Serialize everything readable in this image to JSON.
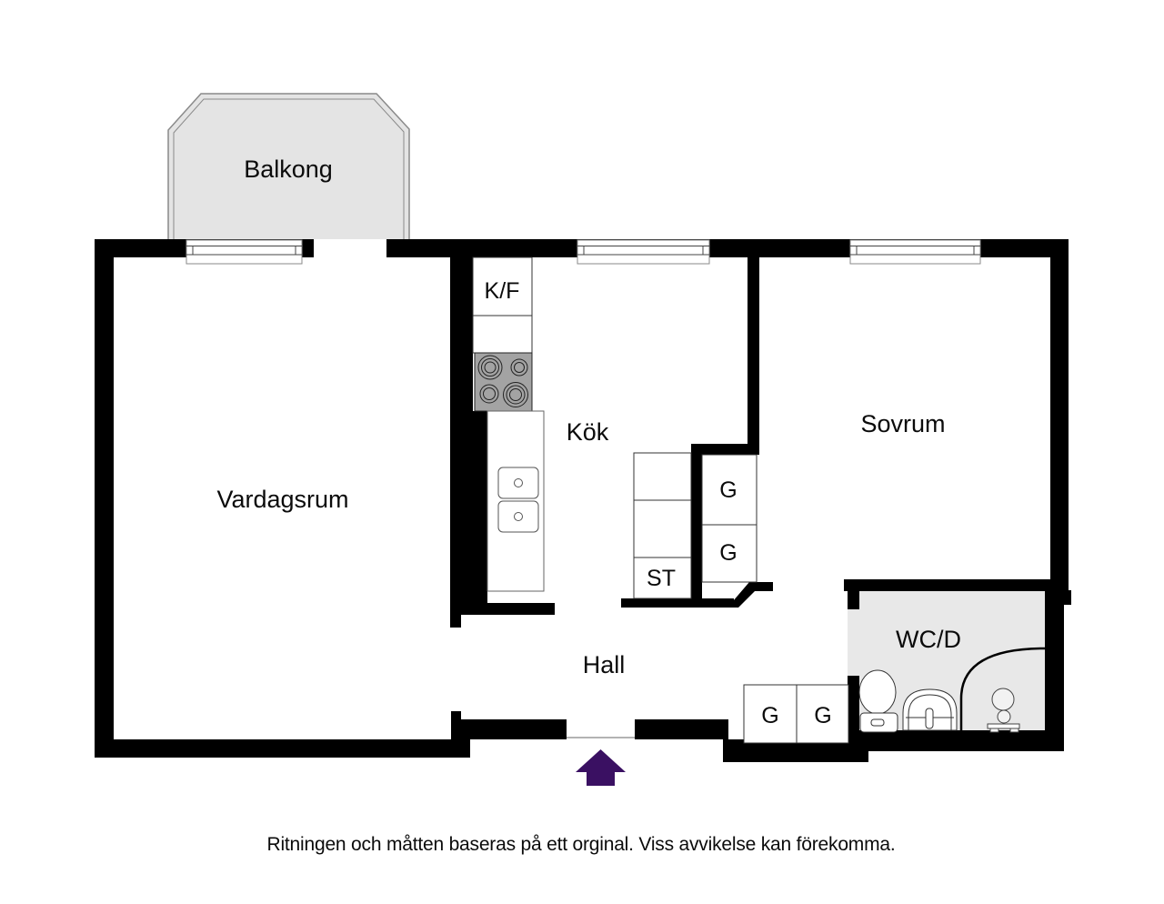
{
  "floorplan": {
    "rooms": [
      {
        "id": "balcony",
        "label": "Balkong"
      },
      {
        "id": "living-room",
        "label": "Vardagsrum"
      },
      {
        "id": "kitchen",
        "label": "Kök"
      },
      {
        "id": "bedroom",
        "label": "Sovrum"
      },
      {
        "id": "hall",
        "label": "Hall"
      },
      {
        "id": "bathroom",
        "label": "WC/D"
      }
    ],
    "fixtures": [
      {
        "id": "fridge-freezer",
        "label": "K/F"
      },
      {
        "id": "pantry",
        "label": "ST"
      },
      {
        "id": "wardrobe-bedroom-1",
        "label": "G"
      },
      {
        "id": "wardrobe-bedroom-2",
        "label": "G"
      },
      {
        "id": "wardrobe-hall-1",
        "label": "G"
      },
      {
        "id": "wardrobe-hall-2",
        "label": "G"
      }
    ],
    "disclaimer": "Ritningen och måtten baseras på ett orginal. Viss avvikelse kan förekomma.",
    "colors": {
      "wall": "#000000",
      "balcony_floor": "#e4e4e4",
      "bathroom_floor": "#e8e8e8",
      "stove": "#a3a3a3",
      "entrance_arrow": "#3a1062"
    }
  }
}
